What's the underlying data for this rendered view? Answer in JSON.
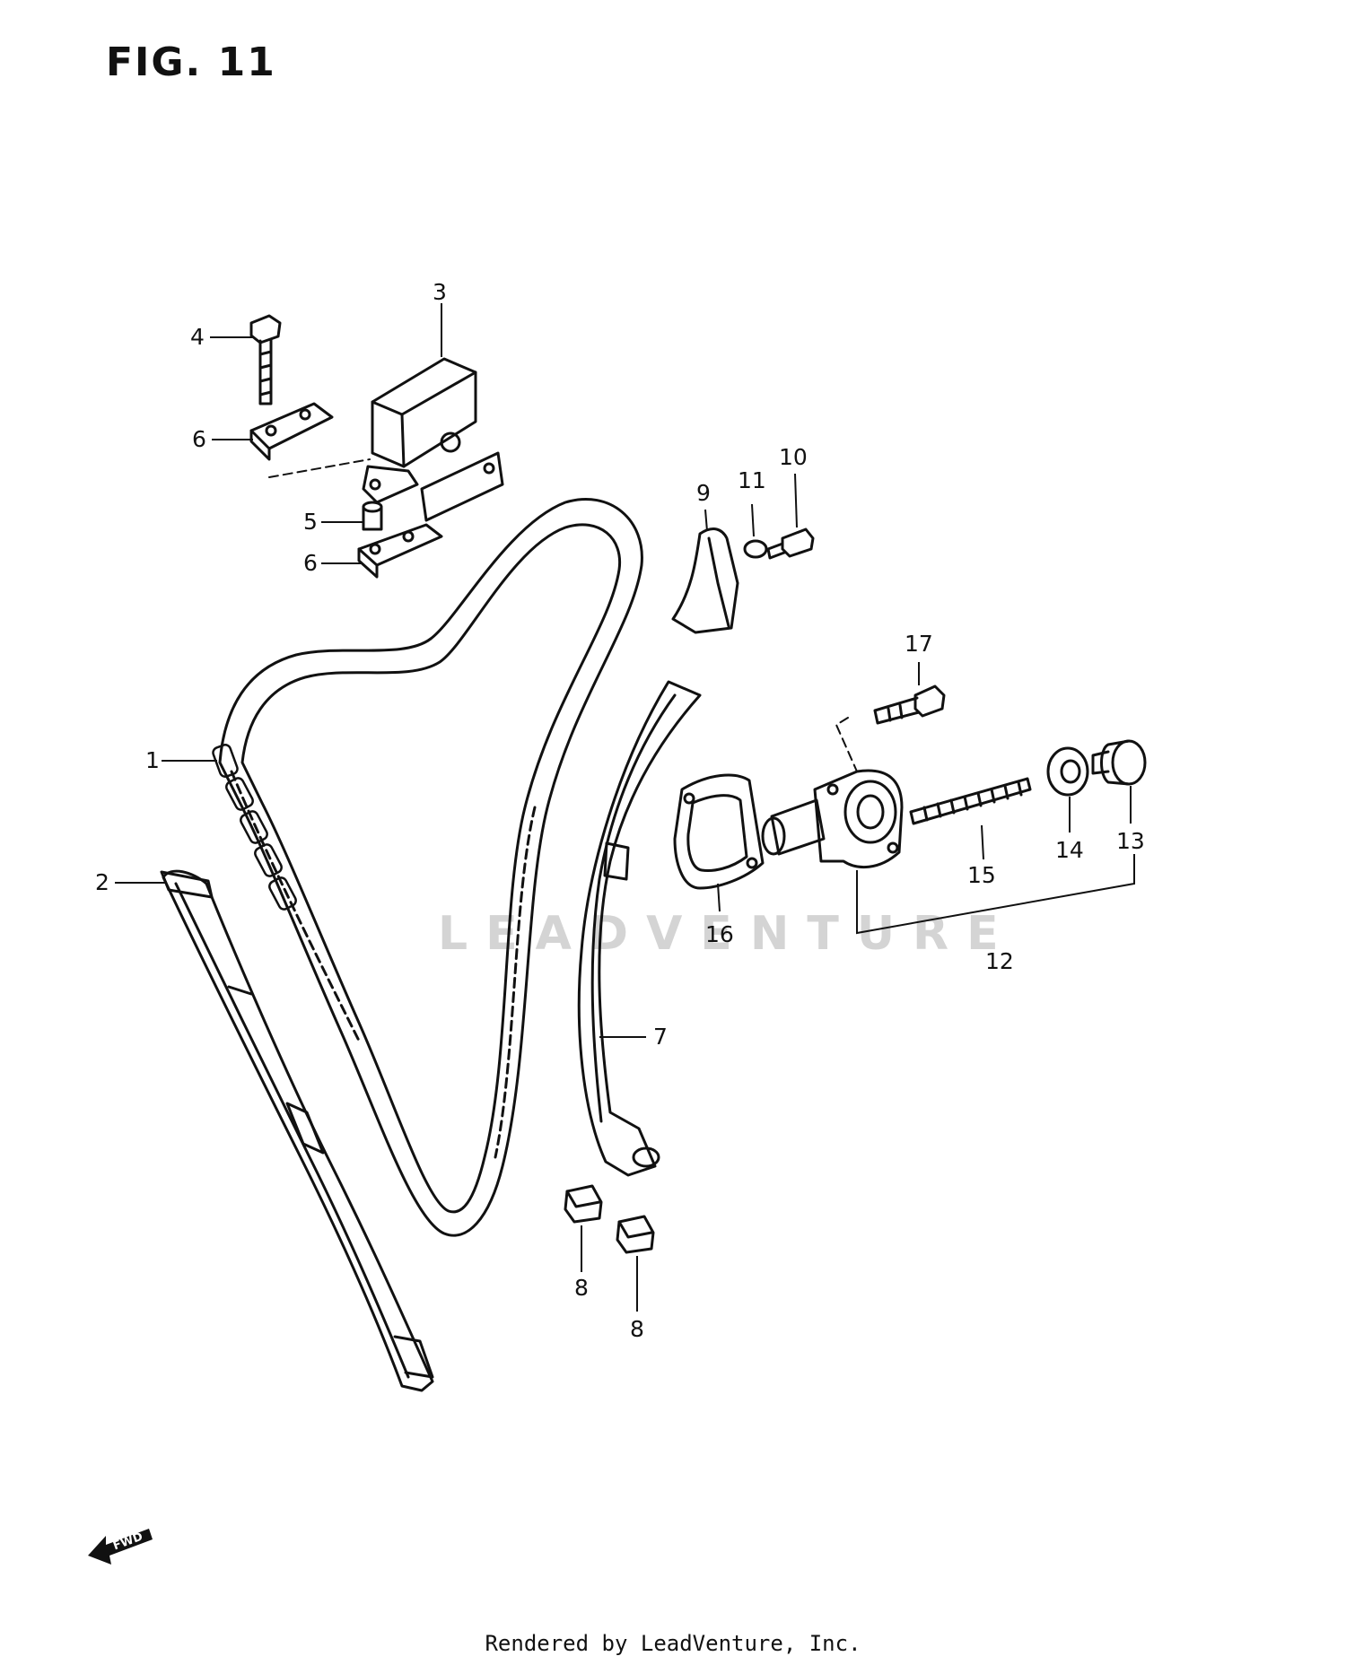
{
  "figure": {
    "title": "FIG. 11"
  },
  "callouts": {
    "c1": "1",
    "c2": "2",
    "c3": "3",
    "c4": "4",
    "c5": "5",
    "c6a": "6",
    "c6b": "6",
    "c7": "7",
    "c8a": "8",
    "c8b": "8",
    "c9": "9",
    "c10": "10",
    "c11": "11",
    "c12": "12",
    "c13": "13",
    "c14": "14",
    "c15": "15",
    "c16": "16",
    "c17": "17"
  },
  "watermark": "LEADVENTURE",
  "fwd_arrow": "FWD",
  "footer": "Rendered by LeadVenture, Inc."
}
